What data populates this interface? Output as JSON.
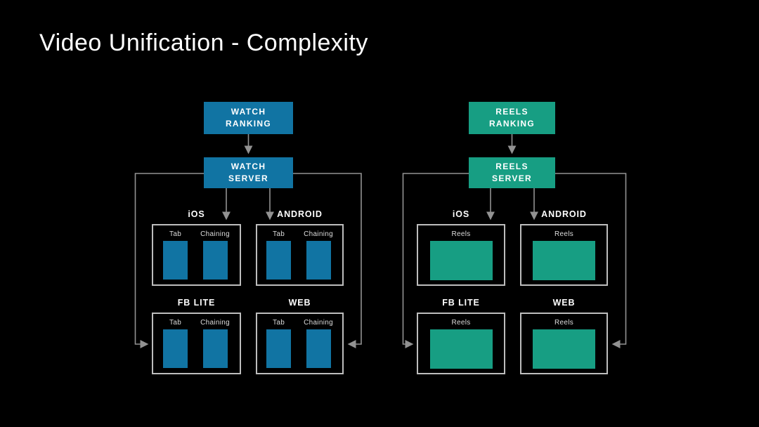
{
  "title": "Video Unification - Complexity",
  "colors": {
    "background": "#000000",
    "watch_accent": "#1174A3",
    "reels_accent": "#179E83",
    "connector_line": "#929292",
    "platform_border": "#bdbdbd",
    "text": "#ffffff"
  },
  "diagrams": [
    {
      "id": "watch",
      "accent": "#1174A3",
      "ranking_label": "WATCH\nRANKING",
      "server_label": "WATCH\nSERVER",
      "platforms": [
        {
          "name": "iOS",
          "surfaces": [
            "Tab",
            "Chaining"
          ]
        },
        {
          "name": "ANDROID",
          "surfaces": [
            "Tab",
            "Chaining"
          ]
        },
        {
          "name": "FB LITE",
          "surfaces": [
            "Tab",
            "Chaining"
          ]
        },
        {
          "name": "WEB",
          "surfaces": [
            "Tab",
            "Chaining"
          ]
        }
      ]
    },
    {
      "id": "reels",
      "accent": "#179E83",
      "ranking_label": "REELS\nRANKING",
      "server_label": "REELS\nSERVER",
      "platforms": [
        {
          "name": "iOS",
          "surfaces": [
            "Reels"
          ]
        },
        {
          "name": "ANDROID",
          "surfaces": [
            "Reels"
          ]
        },
        {
          "name": "FB LITE",
          "surfaces": [
            "Reels"
          ]
        },
        {
          "name": "WEB",
          "surfaces": [
            "Reels"
          ]
        }
      ]
    }
  ]
}
